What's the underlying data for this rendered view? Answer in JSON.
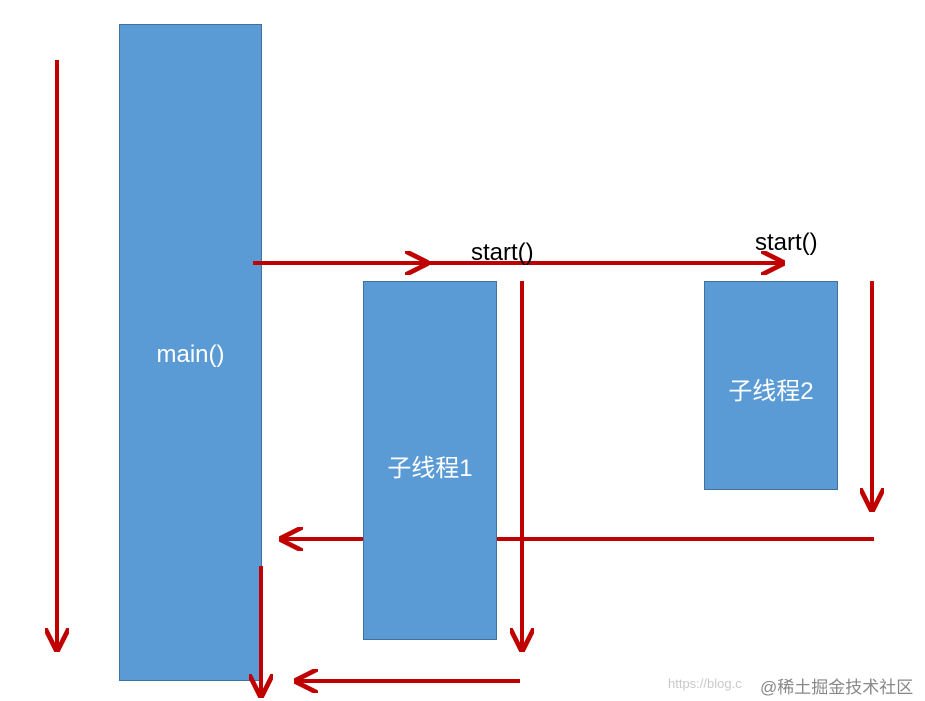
{
  "nodes": {
    "main": {
      "label": "main()"
    },
    "thread1": {
      "label": "子线程1"
    },
    "thread2": {
      "label": "子线程2"
    }
  },
  "calls": {
    "start1": "start()",
    "start2": "start()"
  },
  "colors": {
    "box_fill": "#5b9bd5",
    "box_border": "#41719c",
    "arrow": "#c00000"
  },
  "watermark": {
    "url": "https://blog.c",
    "brand": "@稀土掘金技术社区"
  }
}
